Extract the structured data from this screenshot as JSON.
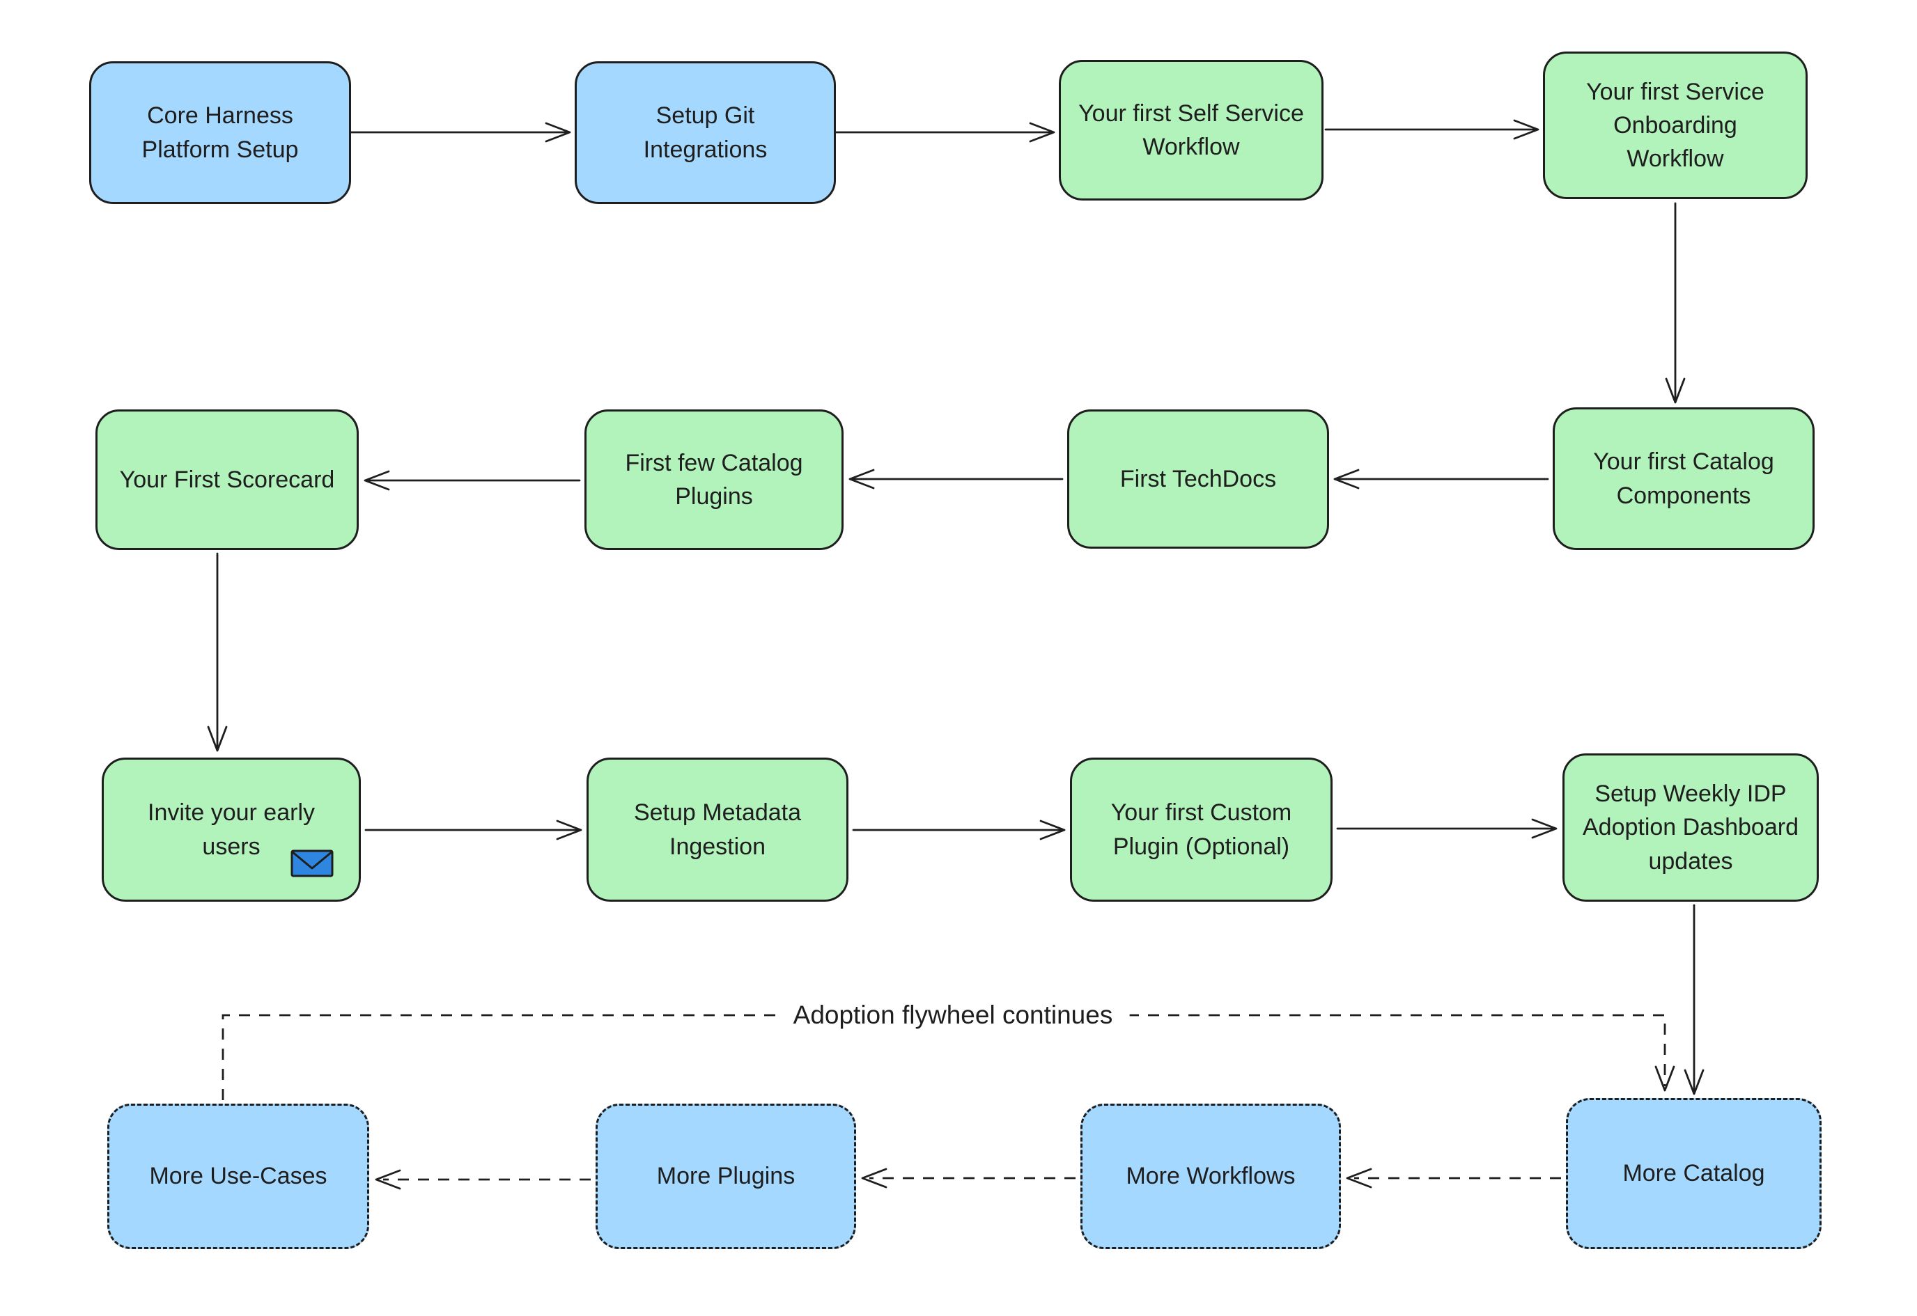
{
  "diagram": {
    "colors": {
      "node_green": "#b2f2bb",
      "node_blue": "#a5d8ff",
      "stroke": "#1e1e1e",
      "mail_blue": "#2e86e0"
    },
    "nodes": [
      {
        "id": "core-harness-platform-setup",
        "label": "Core Harness\nPlatform Setup",
        "fill": "blue",
        "border": "solid"
      },
      {
        "id": "setup-git-integrations",
        "label": "Setup Git\nIntegrations",
        "fill": "blue",
        "border": "solid"
      },
      {
        "id": "first-self-service-workflow",
        "label": "Your first Self Service\nWorkflow",
        "fill": "green",
        "border": "solid"
      },
      {
        "id": "first-service-onboarding",
        "label": "Your first Service\nOnboarding\nWorkflow",
        "fill": "green",
        "border": "solid"
      },
      {
        "id": "your-first-scorecard",
        "label": "Your First Scorecard",
        "fill": "green",
        "border": "solid"
      },
      {
        "id": "first-few-catalog-plugins",
        "label": "First few Catalog\nPlugins",
        "fill": "green",
        "border": "solid"
      },
      {
        "id": "first-techdocs",
        "label": "First TechDocs",
        "fill": "green",
        "border": "solid"
      },
      {
        "id": "first-catalog-components",
        "label": "Your first Catalog\nComponents",
        "fill": "green",
        "border": "solid"
      },
      {
        "id": "invite-early-users",
        "label": "Invite your early\nusers",
        "fill": "green",
        "border": "solid",
        "icon": "mail-icon"
      },
      {
        "id": "setup-metadata-ingestion",
        "label": "Setup Metadata\nIngestion",
        "fill": "green",
        "border": "solid"
      },
      {
        "id": "first-custom-plugin",
        "label": "Your first Custom\nPlugin (Optional)",
        "fill": "green",
        "border": "solid"
      },
      {
        "id": "weekly-idp-adoption-dashboard",
        "label": "Setup Weekly IDP\nAdoption Dashboard\nupdates",
        "fill": "green",
        "border": "solid"
      },
      {
        "id": "more-use-cases",
        "label": "More Use-Cases",
        "fill": "blue",
        "border": "dashed"
      },
      {
        "id": "more-plugins",
        "label": "More Plugins",
        "fill": "blue",
        "border": "dashed"
      },
      {
        "id": "more-workflows",
        "label": "More Workflows",
        "fill": "blue",
        "border": "dashed"
      },
      {
        "id": "more-catalog",
        "label": "More Catalog",
        "fill": "blue",
        "border": "dashed"
      }
    ],
    "edges": [
      {
        "from": "core-harness-platform-setup",
        "to": "setup-git-integrations",
        "style": "solid"
      },
      {
        "from": "setup-git-integrations",
        "to": "first-self-service-workflow",
        "style": "solid"
      },
      {
        "from": "first-self-service-workflow",
        "to": "first-service-onboarding",
        "style": "solid"
      },
      {
        "from": "first-service-onboarding",
        "to": "first-catalog-components",
        "style": "solid"
      },
      {
        "from": "first-catalog-components",
        "to": "first-techdocs",
        "style": "solid"
      },
      {
        "from": "first-techdocs",
        "to": "first-few-catalog-plugins",
        "style": "solid"
      },
      {
        "from": "first-few-catalog-plugins",
        "to": "your-first-scorecard",
        "style": "solid"
      },
      {
        "from": "your-first-scorecard",
        "to": "invite-early-users",
        "style": "solid"
      },
      {
        "from": "invite-early-users",
        "to": "setup-metadata-ingestion",
        "style": "solid"
      },
      {
        "from": "setup-metadata-ingestion",
        "to": "first-custom-plugin",
        "style": "solid"
      },
      {
        "from": "first-custom-plugin",
        "to": "weekly-idp-adoption-dashboard",
        "style": "solid"
      },
      {
        "from": "weekly-idp-adoption-dashboard",
        "to": "more-catalog",
        "style": "solid"
      },
      {
        "from": "more-use-cases",
        "to": "more-catalog",
        "style": "dashed",
        "label": "Adoption flywheel continues"
      },
      {
        "from": "more-catalog",
        "to": "more-workflows",
        "style": "dashed"
      },
      {
        "from": "more-workflows",
        "to": "more-plugins",
        "style": "dashed"
      },
      {
        "from": "more-plugins",
        "to": "more-use-cases",
        "style": "dashed"
      }
    ]
  }
}
